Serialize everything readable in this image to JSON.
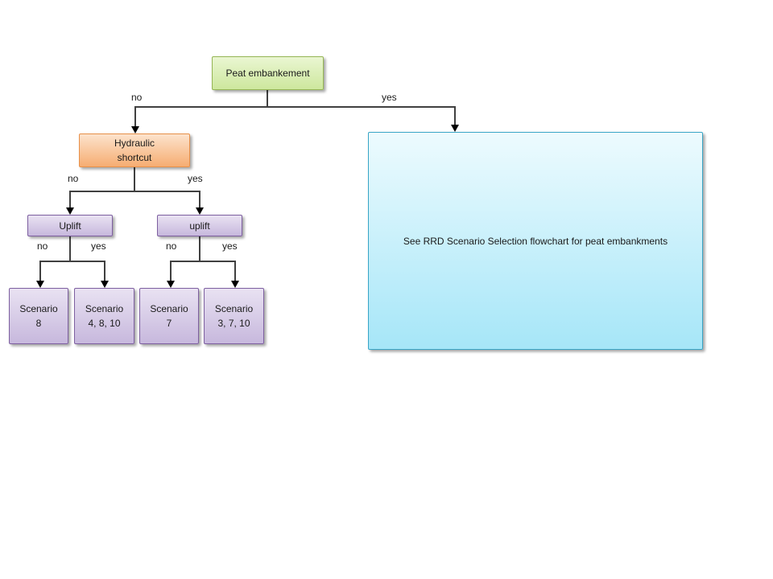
{
  "nodes": {
    "root": {
      "lines": [
        "Peat embankement"
      ]
    },
    "hydraulic": {
      "lines": [
        "Hydraulic",
        "shortcut"
      ]
    },
    "uplift_left": {
      "lines": [
        "Uplift"
      ]
    },
    "uplift_right": {
      "lines": [
        "uplift"
      ]
    },
    "scenario_1": {
      "lines": [
        "Scenario",
        "8"
      ]
    },
    "scenario_2": {
      "lines": [
        "Scenario",
        "4, 8, 10"
      ]
    },
    "scenario_3": {
      "lines": [
        "Scenario",
        "7"
      ]
    },
    "scenario_4": {
      "lines": [
        "Scenario",
        "3, 7, 10"
      ]
    },
    "reference": {
      "lines": [
        "See RRD Scenario Selection flowchart for peat embankments"
      ]
    }
  },
  "edges": {
    "level1": {
      "no": "no",
      "yes": "yes"
    },
    "level2": {
      "no": "no",
      "yes": "yes"
    },
    "level3_left": {
      "no": "no",
      "yes": "yes"
    },
    "level3_right": {
      "no": "no",
      "yes": "yes"
    }
  },
  "colors": {
    "background": "#ffffff",
    "text": "#1a1a1a",
    "connector": "#404040",
    "arrow": "#000000",
    "green_fill_top": "#eaf6d2",
    "green_fill_bottom": "#cde79d",
    "green_border": "#95b554",
    "orange_fill_top": "#fce3cc",
    "orange_fill_bottom": "#f6ad72",
    "orange_border": "#e89049",
    "purple_fill_top": "#e9e2f2",
    "purple_fill_bottom": "#c7b8dd",
    "purple_border": "#7d5fa0",
    "cyan_fill_top": "#edfbfe",
    "cyan_fill_bottom": "#a6e6f8",
    "cyan_border": "#38a5c6"
  }
}
